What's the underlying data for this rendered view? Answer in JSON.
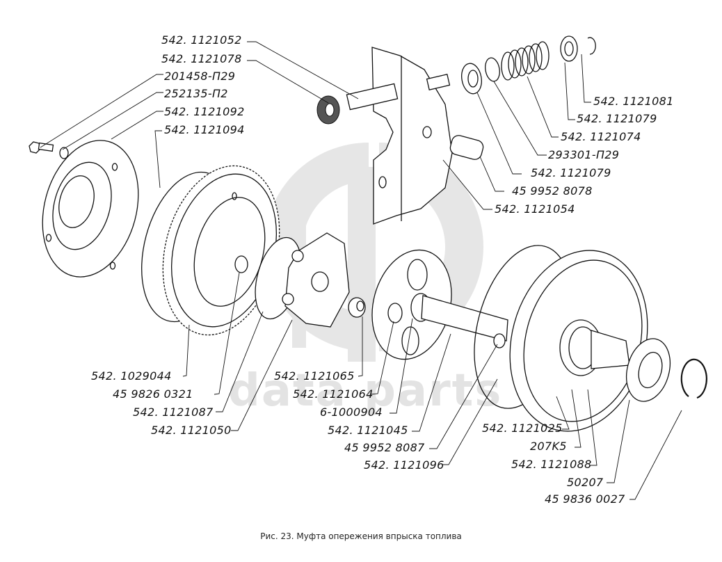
{
  "diagram": {
    "title": "Рис. 23. Муфта опережения впрыска топлива",
    "watermark": {
      "text": "data parts",
      "color": "#e3e3e3"
    },
    "parts": [
      {
        "id": "p1",
        "label": "542. 1121052"
      },
      {
        "id": "p2",
        "label": "542. 1121078"
      },
      {
        "id": "p3",
        "label": "201458-П29"
      },
      {
        "id": "p4",
        "label": "252135-П2"
      },
      {
        "id": "p5",
        "label": "542. 1121092"
      },
      {
        "id": "p6",
        "label": "542. 1121094"
      },
      {
        "id": "p7",
        "label": "542. 1121081"
      },
      {
        "id": "p8",
        "label": "542. 1121079"
      },
      {
        "id": "p9",
        "label": "542. 1121074"
      },
      {
        "id": "p10",
        "label": "293301-П29"
      },
      {
        "id": "p11",
        "label": "542. 1121079"
      },
      {
        "id": "p12",
        "label": "45 9952 8078"
      },
      {
        "id": "p13",
        "label": "542. 1121054"
      },
      {
        "id": "p14",
        "label": "542. 1029044"
      },
      {
        "id": "p15",
        "label": "45 9826 0321"
      },
      {
        "id": "p16",
        "label": "542. 1121087"
      },
      {
        "id": "p17",
        "label": "542. 1121050"
      },
      {
        "id": "p18",
        "label": "542. 1121065"
      },
      {
        "id": "p19",
        "label": "542. 1121064"
      },
      {
        "id": "p20",
        "label": "6-1000904"
      },
      {
        "id": "p21",
        "label": "542. 1121045"
      },
      {
        "id": "p22",
        "label": "45 9952 8087"
      },
      {
        "id": "p23",
        "label": "542. 1121096"
      },
      {
        "id": "p24",
        "label": "542. 1121025"
      },
      {
        "id": "p25",
        "label": "207K5"
      },
      {
        "id": "p26",
        "label": "542. 1121088"
      },
      {
        "id": "p27",
        "label": "50207"
      },
      {
        "id": "p28",
        "label": "45 9836 0027"
      }
    ]
  }
}
